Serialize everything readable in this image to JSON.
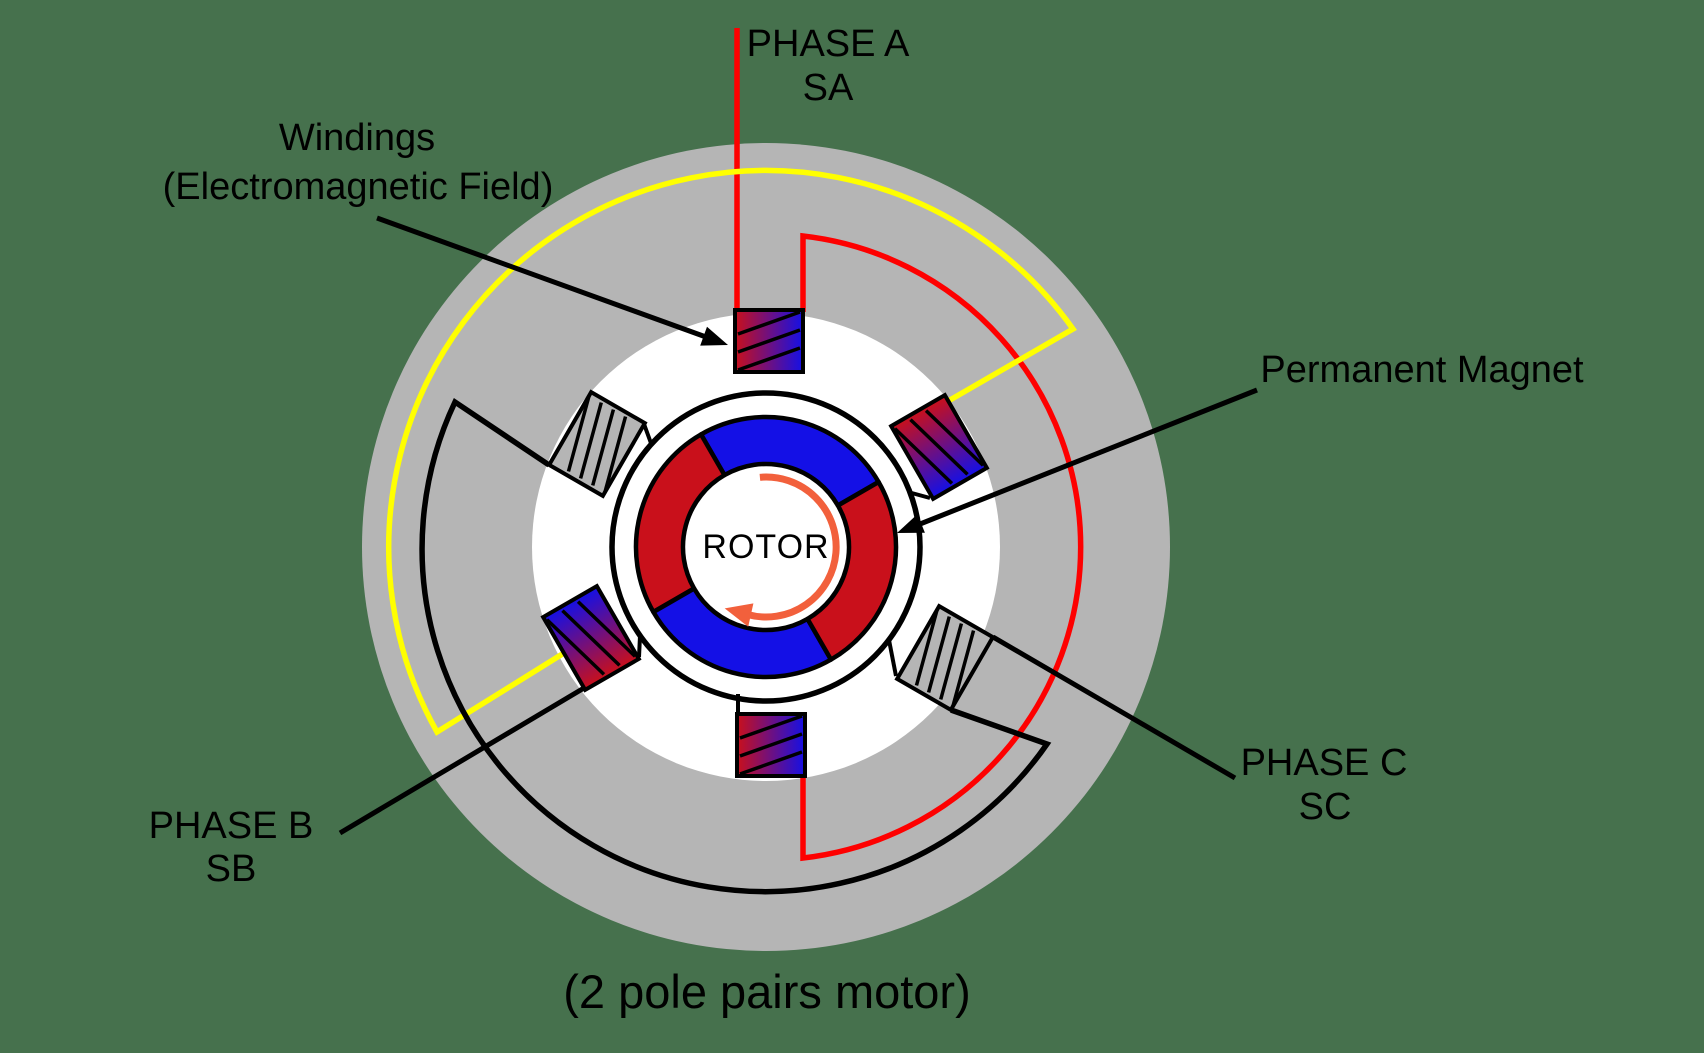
{
  "diagram": {
    "caption": "(2 pole pairs motor)",
    "rotor_label": "ROTOR",
    "phase_a": {
      "line1": "PHASE A",
      "line2": "SA"
    },
    "phase_b": {
      "line1": "PHASE B",
      "line2": "SB"
    },
    "phase_c": {
      "line1": "PHASE C",
      "line2": "SC"
    },
    "windings": {
      "line1": "Windings",
      "line2": "(Electromagnetic Field)"
    },
    "permanent_magnet": "Permanent Magnet"
  },
  "colors": {
    "background": "#46714d",
    "stator_gray": "#b5b5b5",
    "white": "#ffffff",
    "outline_black": "#000000",
    "phase_a_wire": "#fe0000",
    "phase_b_wire": "#ffff00",
    "phase_c_wire": "#000000",
    "magnet_red": "#c9101b",
    "magnet_blue": "#1410e6",
    "rotation_arrow": "#f2603c",
    "text": "#000000"
  }
}
